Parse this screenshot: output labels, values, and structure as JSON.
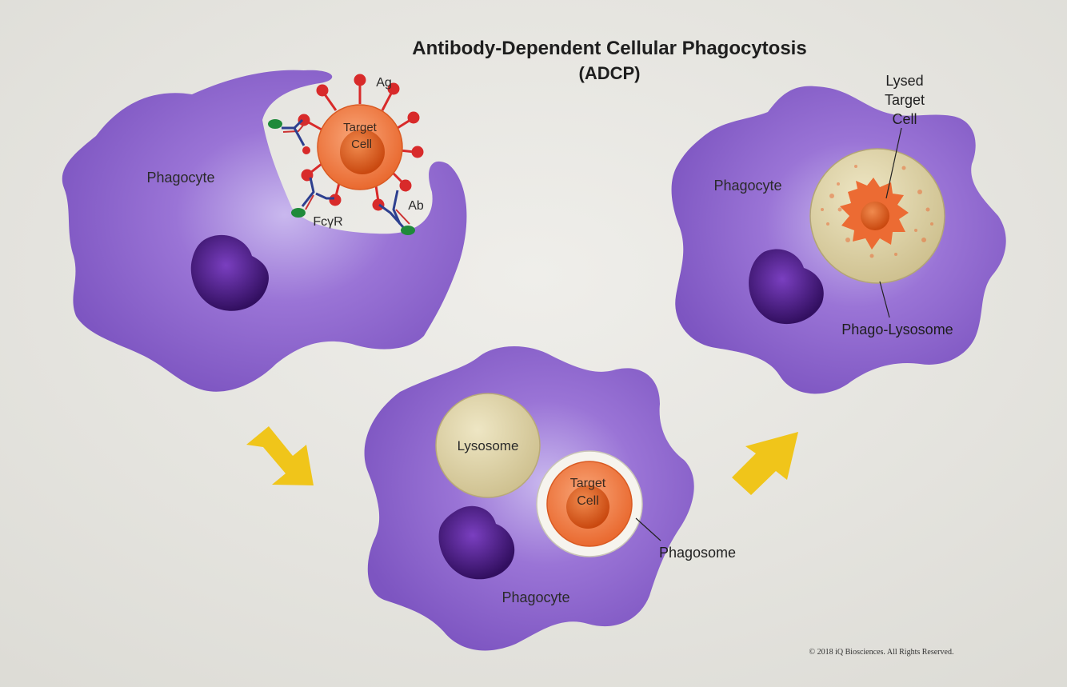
{
  "title": {
    "line1": "Antibody-Dependent Cellular Phagocytosis",
    "line2": "(ADCP)"
  },
  "panel1": {
    "phagocyte_label": "Phagocyte",
    "target_line1": "Target",
    "target_line2": "Cell",
    "antigen_label": "Ag",
    "antibody_label": "Ab",
    "receptor_label": "FcγR"
  },
  "panel2": {
    "phagocyte_label": "Phagocyte",
    "lysosome_label": "Lysosome",
    "target_line1": "Target",
    "target_line2": "Cell",
    "phagosome_label": "Phagosome"
  },
  "panel3": {
    "phagocyte_label": "Phagocyte",
    "lysed_line1": "Lysed",
    "lysed_line2": "Target",
    "lysed_line3": "Cell",
    "phagolysosome_label": "Phago-Lysosome"
  },
  "copyright": "© 2018 iQ Biosciences. All Rights Reserved.",
  "colors": {
    "background": "#e8e7e2",
    "phagocyte": "#8b62c9",
    "nucleus": "#3d1670",
    "target_cell": "#ef7a45",
    "target_core": "#d9551f",
    "lysosome": "#ddd3a6",
    "arrow": "#f0c51a",
    "antigen": "#d82a2a",
    "antibody": "#2d3f8f",
    "receptor": "#1f8a3a"
  }
}
